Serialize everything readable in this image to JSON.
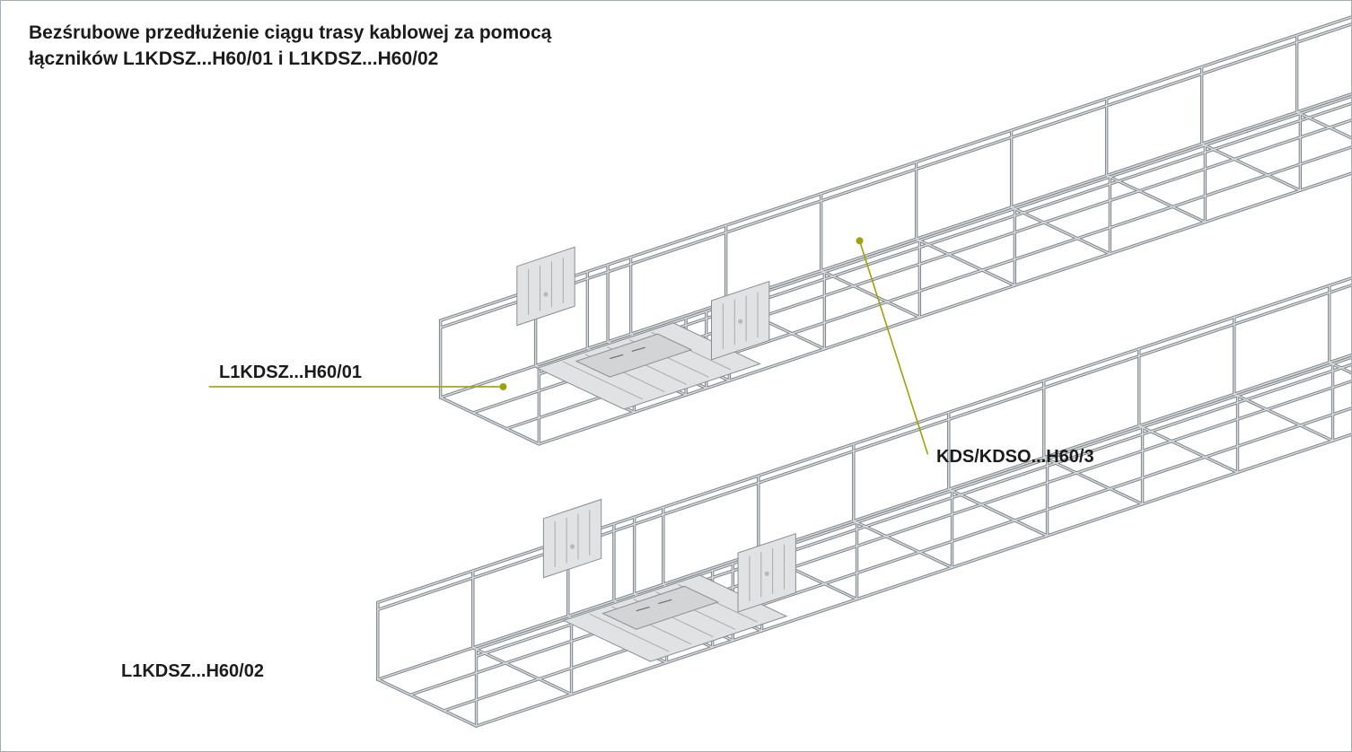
{
  "title": {
    "line1": "Bezśrubowe przedłużenie ciągu trasy kablowej za pomocą",
    "line2": "łączników L1KDSZ...H60/01 i L1KDSZ...H60/02"
  },
  "labels": [
    {
      "id": "connector-top",
      "text": "L1KDSZ...H60/01"
    },
    {
      "id": "tray-type",
      "text": "KDS/KDSO...H60/3"
    },
    {
      "id": "connector-bottom",
      "text": "L1KDSZ...H60/02"
    }
  ],
  "colors": {
    "background": "#ffffff",
    "border": "#a7adb2",
    "text": "#1b1b1b",
    "leader_line": "#9da307",
    "wire_outline": "#7a8085",
    "wire_core": "#d8dadc",
    "plate_fill": "#e0e2e3",
    "plate_inner": "#d2d4d6",
    "plate_stroke": "#8a8e92",
    "plate_hatch": "#a8abae",
    "plate_mark": "#6a6e72",
    "rivet": "#b7babc"
  },
  "diagram": {
    "kind": "isometric wire mesh cable tray run extension",
    "tray_count": 2,
    "joint_connector_count": 2
  }
}
